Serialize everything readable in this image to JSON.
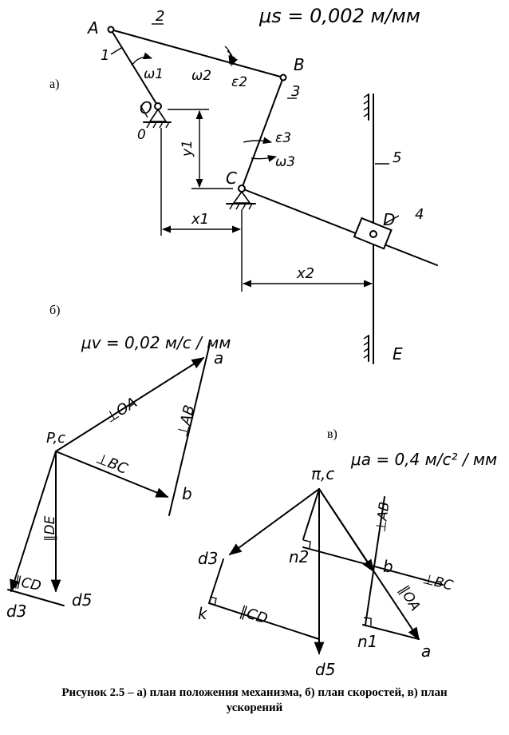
{
  "scales": {
    "mu_s": "μs = 0,002 м/мм",
    "mu_v": "μv = 0,02 м/с / мм",
    "mu_a": "μa = 0,4 м/с² / мм"
  },
  "section_labels": {
    "a": "а)",
    "b": "б)",
    "c": "в)"
  },
  "mechanism_labels": {
    "A": "A",
    "B": "B",
    "O": "O",
    "C": "C",
    "D": "D",
    "E": "E",
    "link1": "1",
    "link2": "2",
    "link3": "3",
    "link4": "4",
    "link5": "5",
    "link0": "0",
    "omega1": "ω1",
    "omega2": "ω2",
    "eps2": "ε2",
    "eps3": "ε3",
    "omega3": "ω3",
    "y1": "y1",
    "x1": "x1",
    "x2": "x2"
  },
  "velocity_plan_labels": {
    "pole": "P,c",
    "a": "a",
    "b": "b",
    "d3": "d3",
    "d5": "d5",
    "perpOA": "⊥OA",
    "perpAB": "⊥AB",
    "perpBC": "⊥BC",
    "parDE": "∥DE",
    "parCD": "∥CD"
  },
  "accel_plan_labels": {
    "pole": "π,c",
    "d3": "d3",
    "n2": "n2",
    "b": "b",
    "n1": "n1",
    "a": "a",
    "k": "k",
    "d5": "d5",
    "perpAB": "⊥AB",
    "perpBC": "⊥BC",
    "parOA": "∥OA",
    "parCD": "∥CD"
  },
  "caption": {
    "line1": "Рисунок 2.5 – а) план положения механизма, б) план скоростей, в) план",
    "line2": "ускорений"
  }
}
